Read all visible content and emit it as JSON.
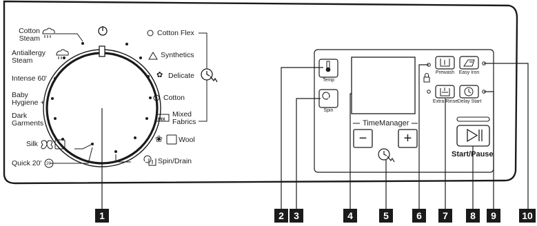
{
  "programmes": {
    "left": [
      {
        "line1": "Cotton",
        "line2": "Steam"
      },
      {
        "line1": "Antiallergy",
        "line2": "Steam"
      },
      {
        "line1": "Intense 60'",
        "line2": ""
      },
      {
        "line1": "Baby",
        "line2": "Hygiene +"
      },
      {
        "line1": "Dark",
        "line2": "Garments"
      },
      {
        "line1": "Silk",
        "line2": ""
      },
      {
        "line1": "Quick 20'",
        "line2": ""
      }
    ],
    "right": [
      {
        "line1": "Cotton Flex",
        "line2": ""
      },
      {
        "line1": "Synthetics",
        "line2": ""
      },
      {
        "line1": "Delicate",
        "line2": ""
      },
      {
        "line1": "Cotton",
        "line2": ""
      },
      {
        "line1": "Mixed",
        "line2": "Fabrics"
      },
      {
        "line1": "Wool",
        "line2": ""
      },
      {
        "line1": "Spin/Drain",
        "line2": ""
      }
    ],
    "mix_badge": "MIX",
    "quick_badge": "20"
  },
  "buttons": {
    "temp": "Temp",
    "spin": "Spin",
    "prewash": "Prewash",
    "easy_iron": "Easy Iron",
    "extra_rinse": "Extra Rinse",
    "delay_start": "Delay Start",
    "time_manager": "TimeManager",
    "minus": "−",
    "plus": "+",
    "start_pause": "Start/Pause"
  },
  "callouts": [
    "1",
    "2",
    "3",
    "4",
    "5",
    "6",
    "7",
    "8",
    "9",
    "10"
  ],
  "icons": [
    "power-icon",
    "thermometer-icon",
    "spin-icon",
    "prewash-icon",
    "easy-iron-icon",
    "extra-rinse-icon",
    "delay-start-icon",
    "timer-touch-icon",
    "lock-icon",
    "play-pause-icon"
  ]
}
